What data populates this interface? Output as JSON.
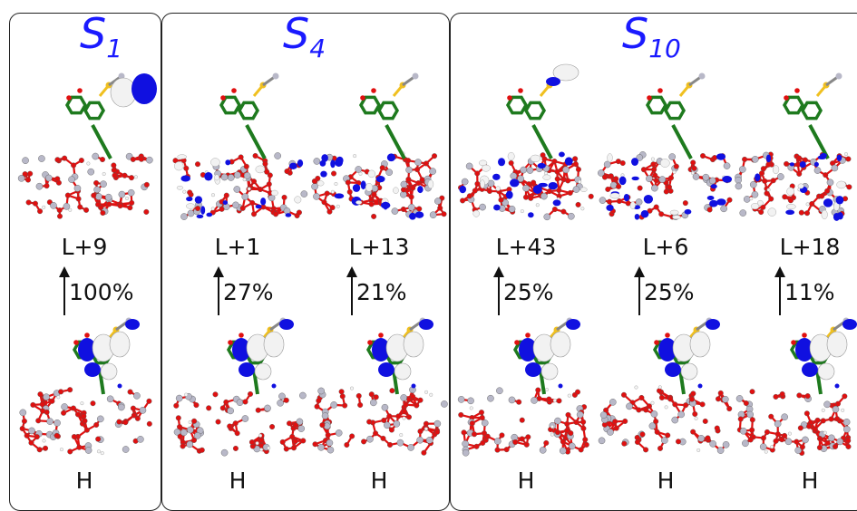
{
  "panels": [
    {
      "state_main": "S",
      "state_sub": "1",
      "transitions": [
        {
          "top_label": "L+9",
          "percent": "100%",
          "bottom_label": "H"
        }
      ]
    },
    {
      "state_main": "S",
      "state_sub": "4",
      "transitions": [
        {
          "top_label": "L+1",
          "percent": "27%",
          "bottom_label": "H"
        },
        {
          "top_label": "L+13",
          "percent": "21%",
          "bottom_label": "H"
        }
      ]
    },
    {
      "state_main": "S",
      "state_sub": "10",
      "transitions": [
        {
          "top_label": "L+43",
          "percent": "25%",
          "bottom_label": "H"
        },
        {
          "top_label": "L+6",
          "percent": "25%",
          "bottom_label": "H"
        },
        {
          "top_label": "L+18",
          "percent": "11%",
          "bottom_label": "H"
        }
      ]
    }
  ],
  "colors": {
    "title": "#1a1aff",
    "oxygen": "#e01010",
    "titanium": "#b8b8c8",
    "carbon": "#1e7a1e",
    "hydrogen": "#f4f4f4",
    "sulfur": "#f0c020",
    "orbital_positive": "#1010e0",
    "orbital_negative": "#f2f2f2"
  }
}
